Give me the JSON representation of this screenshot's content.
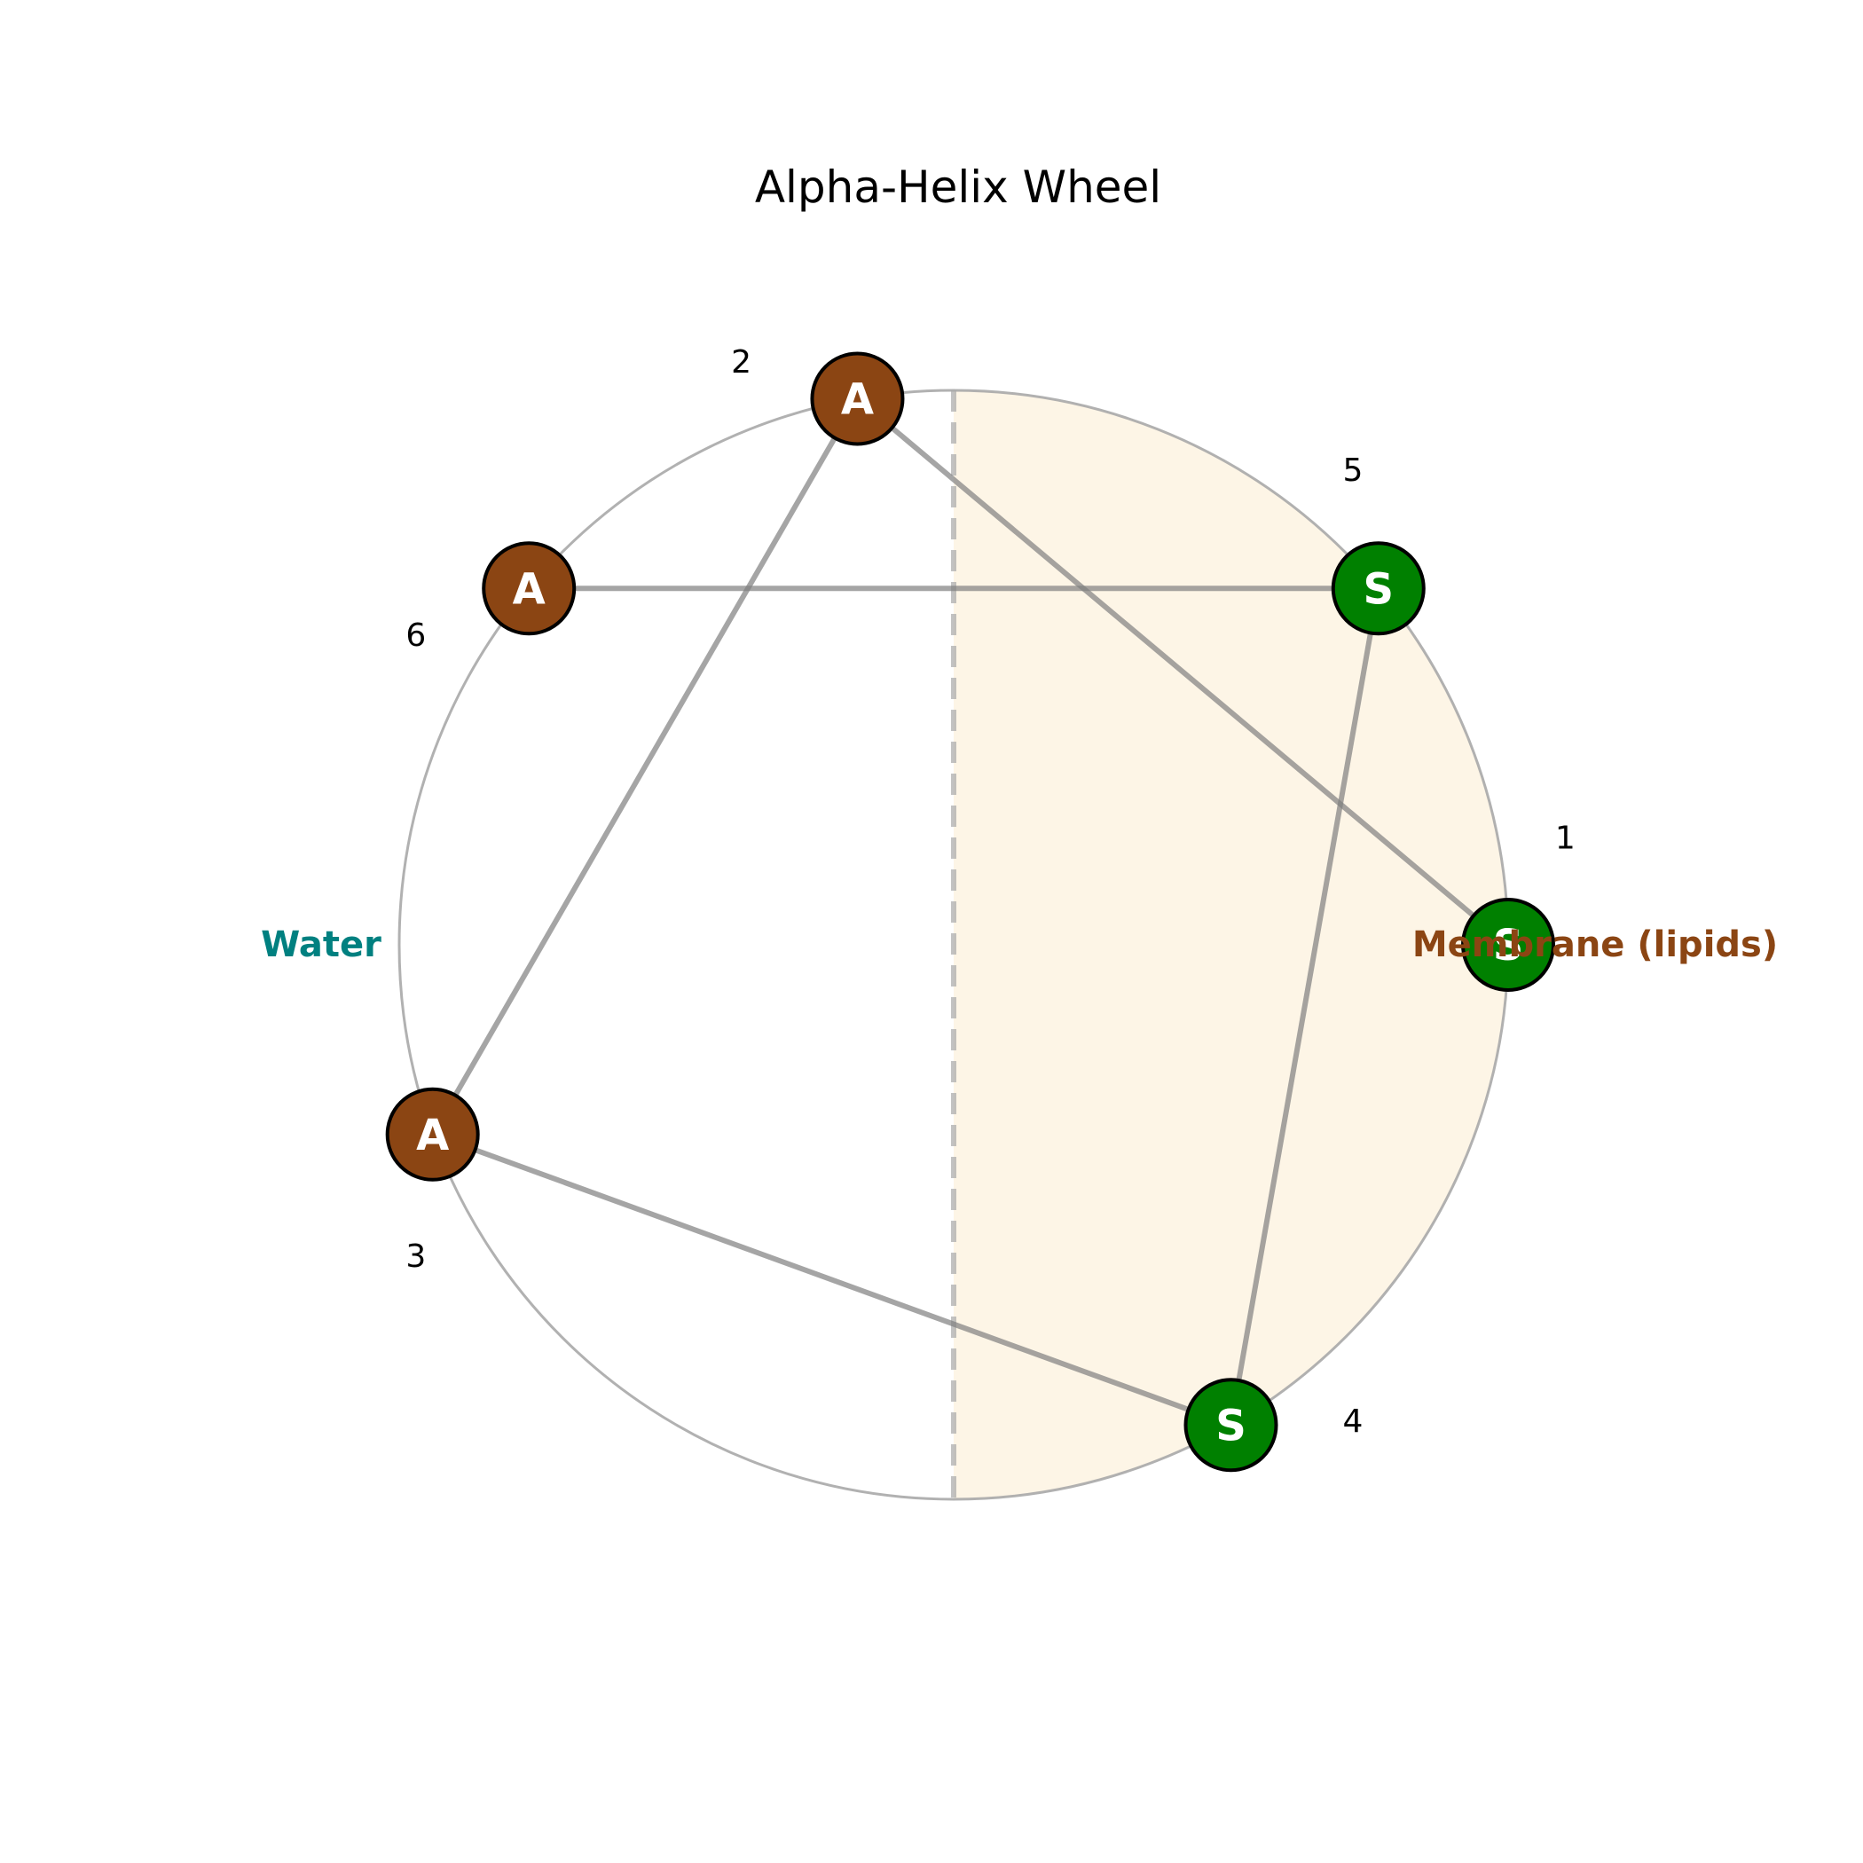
{
  "title": "Alpha-Helix Wheel",
  "labels": {
    "left": "Water",
    "right": "Membrane (lipids)"
  },
  "colors": {
    "hydrophobic_face": "#fdf5e6",
    "residue_A": "#8b4513",
    "residue_S": "#008000",
    "water_label": "#008080",
    "membrane_label": "#8b4513",
    "connection": "#808080",
    "outline": "#a9a9a9"
  },
  "residues": [
    {
      "index": "1",
      "letter": "S",
      "angle_deg": 0
    },
    {
      "index": "2",
      "letter": "A",
      "angle_deg": 100
    },
    {
      "index": "3",
      "letter": "A",
      "angle_deg": 200
    },
    {
      "index": "4",
      "letter": "S",
      "angle_deg": 300
    },
    {
      "index": "5",
      "letter": "S",
      "angle_deg": 40
    },
    {
      "index": "6",
      "letter": "A",
      "angle_deg": 140
    }
  ]
}
